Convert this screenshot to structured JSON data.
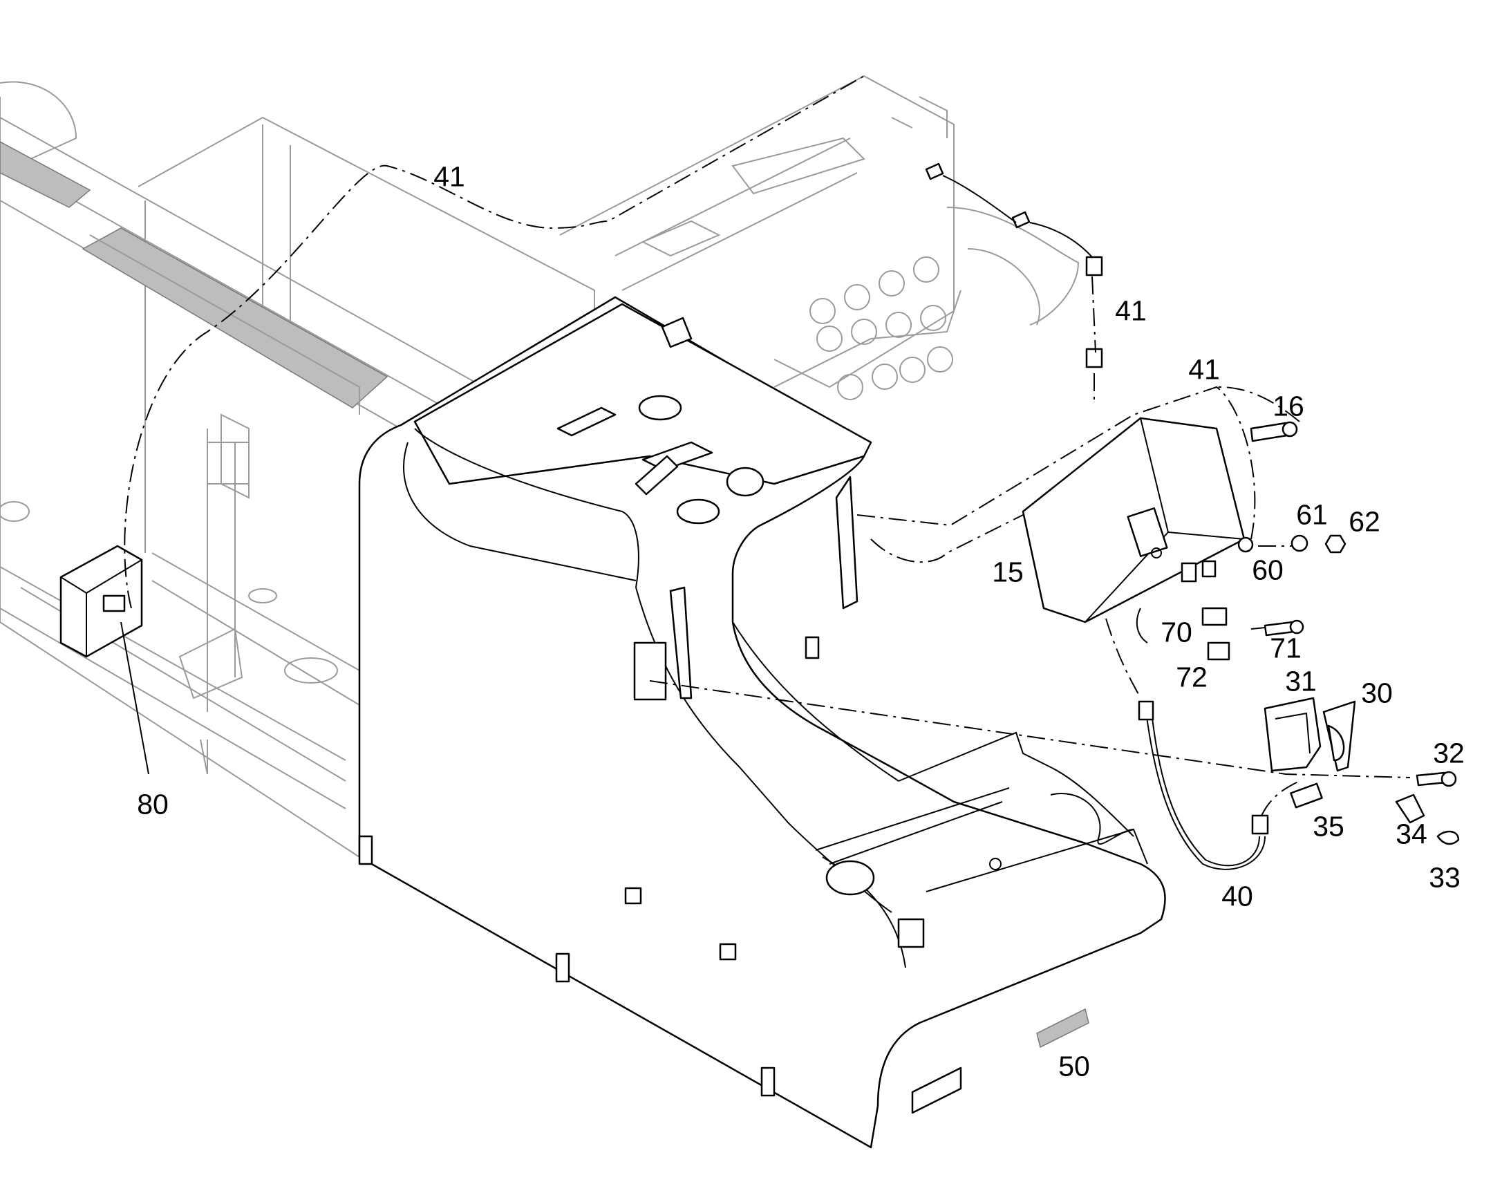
{
  "diagram": {
    "callouts": [
      {
        "id": "41-top",
        "label": "41"
      },
      {
        "id": "41-right",
        "label": "41"
      },
      {
        "id": "41-mid",
        "label": "41"
      },
      {
        "id": "16",
        "label": "16"
      },
      {
        "id": "15",
        "label": "15"
      },
      {
        "id": "61",
        "label": "61"
      },
      {
        "id": "62",
        "label": "62"
      },
      {
        "id": "60",
        "label": "60"
      },
      {
        "id": "70",
        "label": "70"
      },
      {
        "id": "71",
        "label": "71"
      },
      {
        "id": "72",
        "label": "72"
      },
      {
        "id": "31",
        "label": "31"
      },
      {
        "id": "30",
        "label": "30"
      },
      {
        "id": "32",
        "label": "32"
      },
      {
        "id": "35",
        "label": "35"
      },
      {
        "id": "34",
        "label": "34"
      },
      {
        "id": "33",
        "label": "33"
      },
      {
        "id": "40",
        "label": "40"
      },
      {
        "id": "80",
        "label": "80"
      },
      {
        "id": "50",
        "label": "50"
      }
    ]
  }
}
